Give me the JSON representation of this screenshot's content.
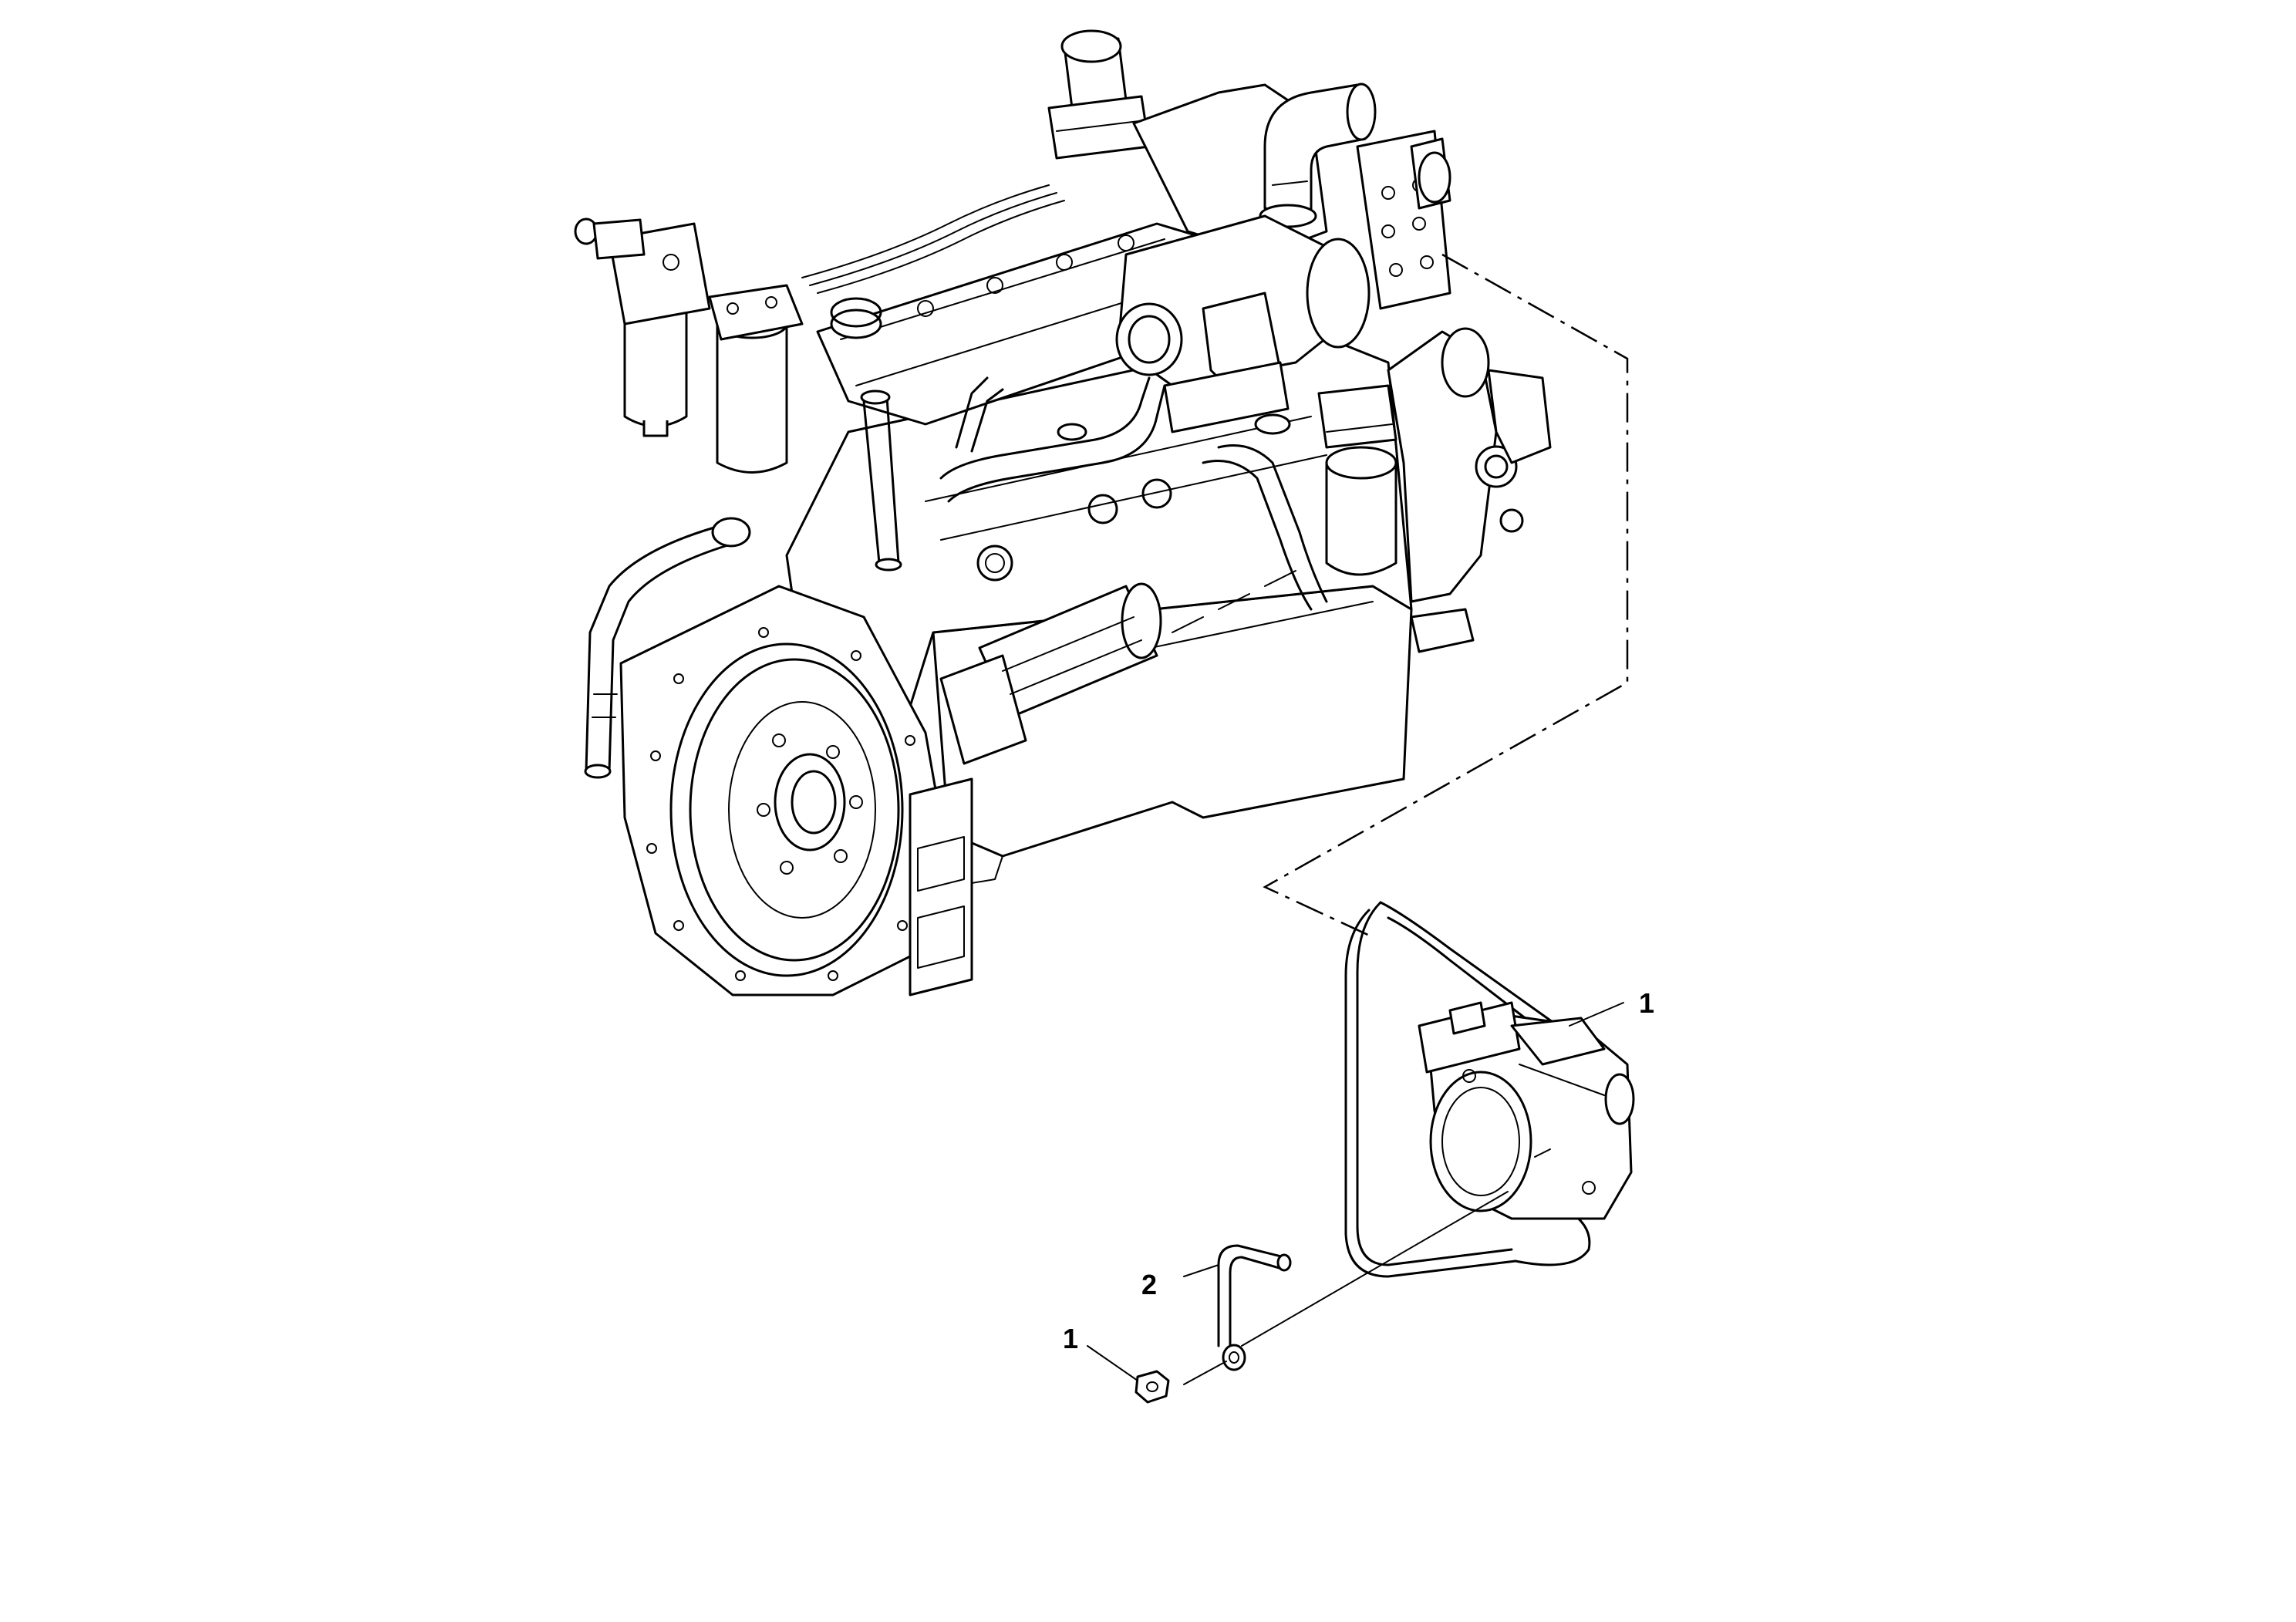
{
  "callouts": {
    "alternator": "1",
    "wire": "2",
    "nut": "1"
  }
}
